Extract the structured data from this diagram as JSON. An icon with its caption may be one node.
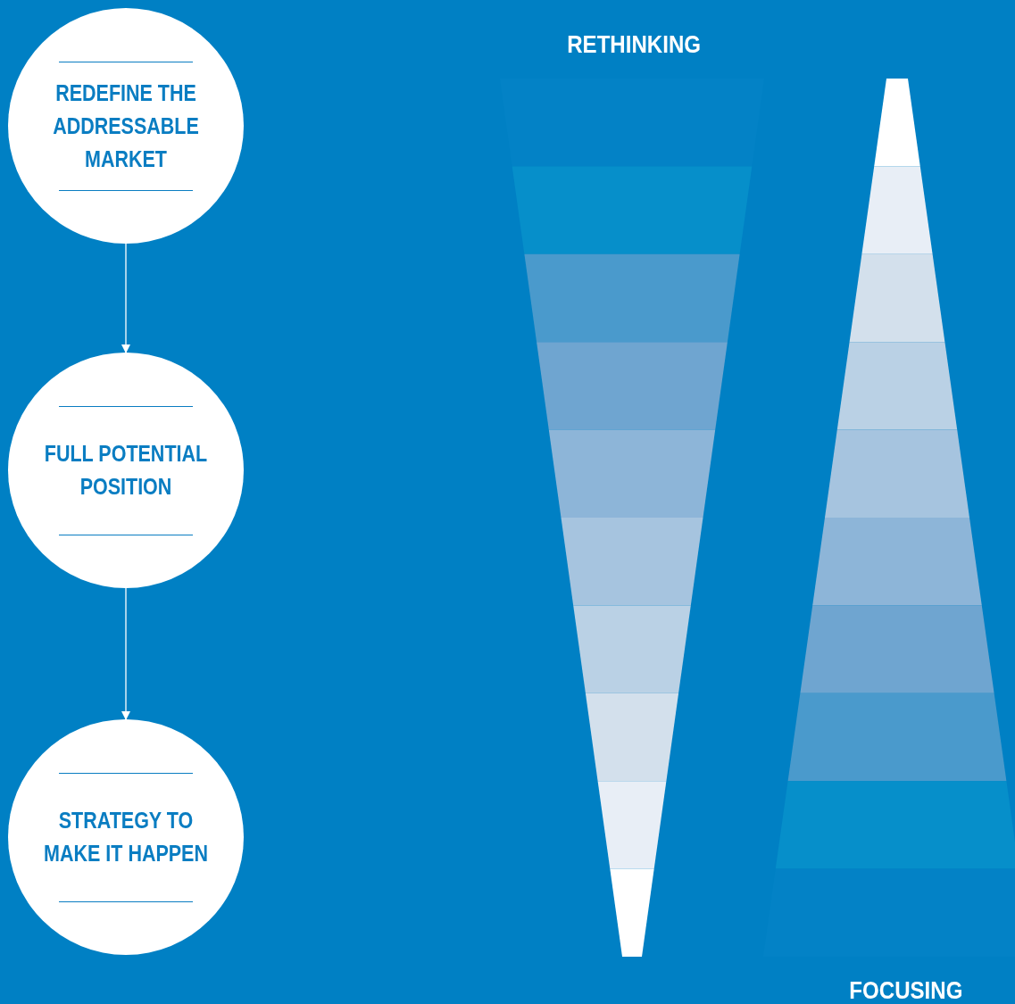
{
  "diagram": {
    "nodes": [
      {
        "text": [
          "REDEFINE THE ADDRESSABLE MARKET"
        ]
      },
      {
        "text": [
          "FULL POTENTIAL POSITION"
        ]
      },
      {
        "text": [
          "STRATEGY TO MAKE IT HAPPEN"
        ]
      }
    ],
    "edges": [
      {
        "from": 0,
        "to": 1,
        "arrow": "to"
      },
      {
        "from": 1,
        "to": 2,
        "arrow": "to"
      }
    ],
    "labels": [
      "RETHINKING",
      "FOCUSING"
    ]
  }
}
